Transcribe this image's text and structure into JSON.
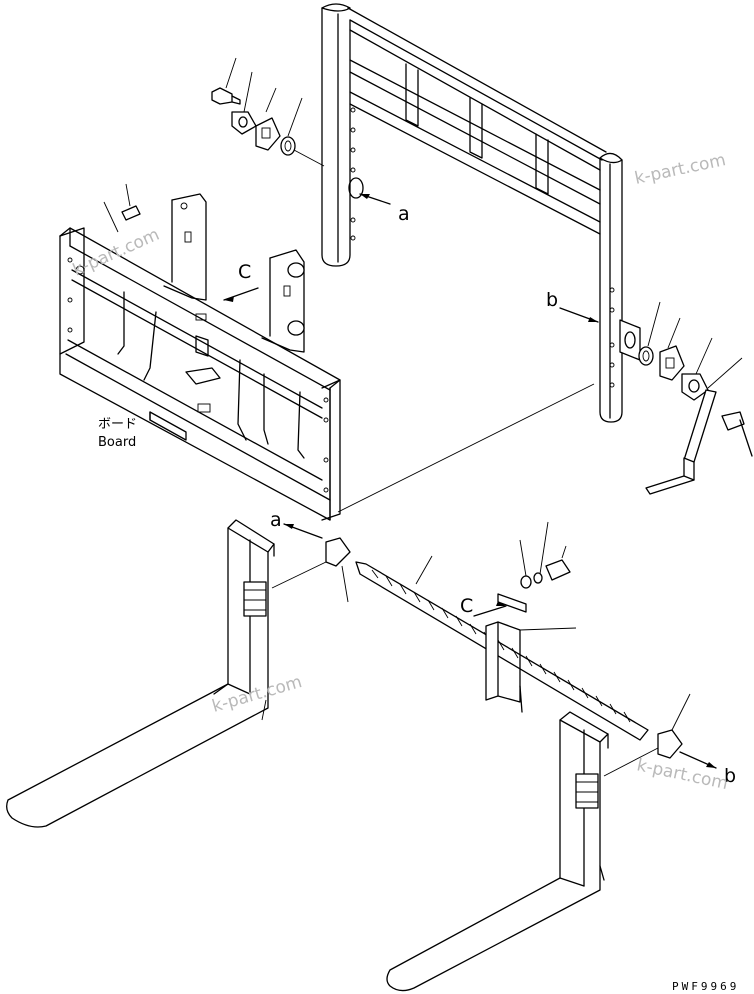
{
  "labels": {
    "a_top": "a",
    "b_top": "b",
    "c_frame": "C",
    "a_bottom": "a",
    "c_bottom": "C",
    "b_bottom": "b"
  },
  "board": {
    "japanese": "ボード",
    "english": "Board"
  },
  "watermark": {
    "text": "k-part.com"
  },
  "drawing_code": "PWF9969"
}
